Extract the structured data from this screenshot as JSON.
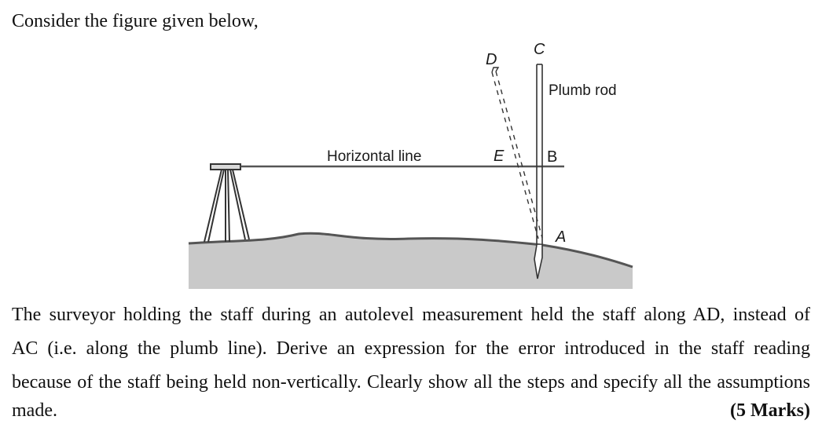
{
  "intro": "Consider the figure given below,",
  "figure": {
    "label_horizontal": "Horizontal line",
    "label_plumb": "Plumb rod",
    "letter_a": "A",
    "letter_b": "B",
    "letter_c": "C",
    "letter_d": "D",
    "letter_e": "E"
  },
  "question": {
    "line1": "The surveyor holding the staff during an autolevel measurement held the staff along AD, instead of",
    "line2": "AC (i.e. along the plumb line). Derive an expression for the error introduced in the staff reading",
    "line3": "because of the staff being held non-vertically. Clearly show all the steps and specify all the assumptions",
    "line4": "made.",
    "marks": "(5 Marks)"
  }
}
